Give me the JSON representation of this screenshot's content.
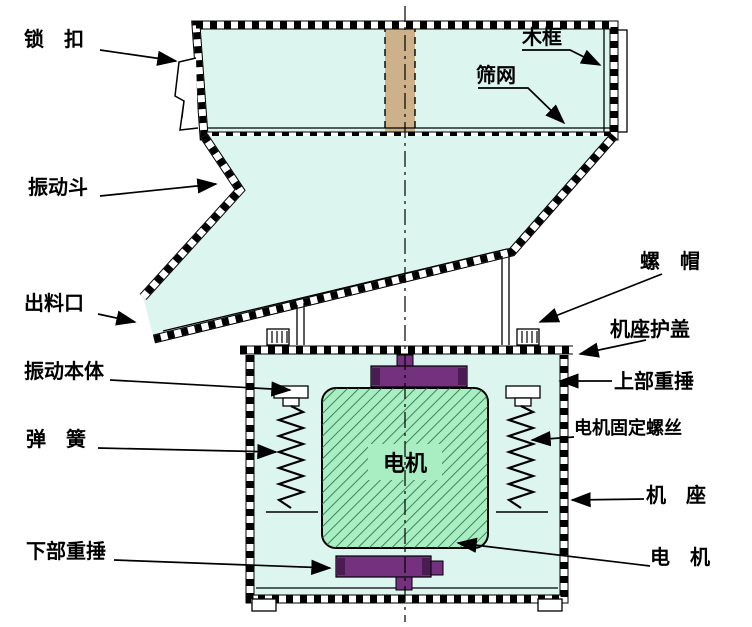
{
  "labels": {
    "lock_buckle": "锁　扣",
    "wood_frame": "木框",
    "sieve_mesh": "筛网",
    "vibrating_hopper": "振动斗",
    "discharge_outlet": "出料口",
    "vibrating_body": "振动本体",
    "spring": "弹　簧",
    "lower_hammer": "下部重捶",
    "nut": "螺　帽",
    "base_cover": "机座护盖",
    "upper_hammer": "上部重捶",
    "motor_fixing_screw": "电机固定螺丝",
    "machine_base": "机　座",
    "motor": "电　机",
    "motor_center": "电机"
  },
  "colors": {
    "panel_cyan": "#dcf5ef",
    "strip_tan": "#cdb18b",
    "motor_green": "#a9eec3",
    "hammer_purple": "#73317e",
    "hammer_dark": "#4a1d52",
    "hatch_green": "#1e6b40",
    "line": "#000000"
  }
}
